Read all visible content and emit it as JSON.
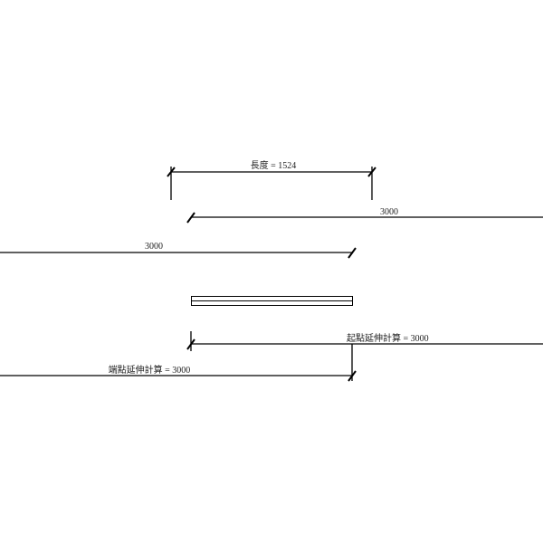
{
  "dimensions": {
    "length_label": "長度 = 1524",
    "start_offset_label": "3000",
    "end_offset_label": "3000",
    "start_extension_label": "起點延伸計算 = 3000",
    "end_extension_label": "端點延伸計算 = 3000"
  },
  "colors": {
    "line": "#000000",
    "text": "#222222"
  }
}
